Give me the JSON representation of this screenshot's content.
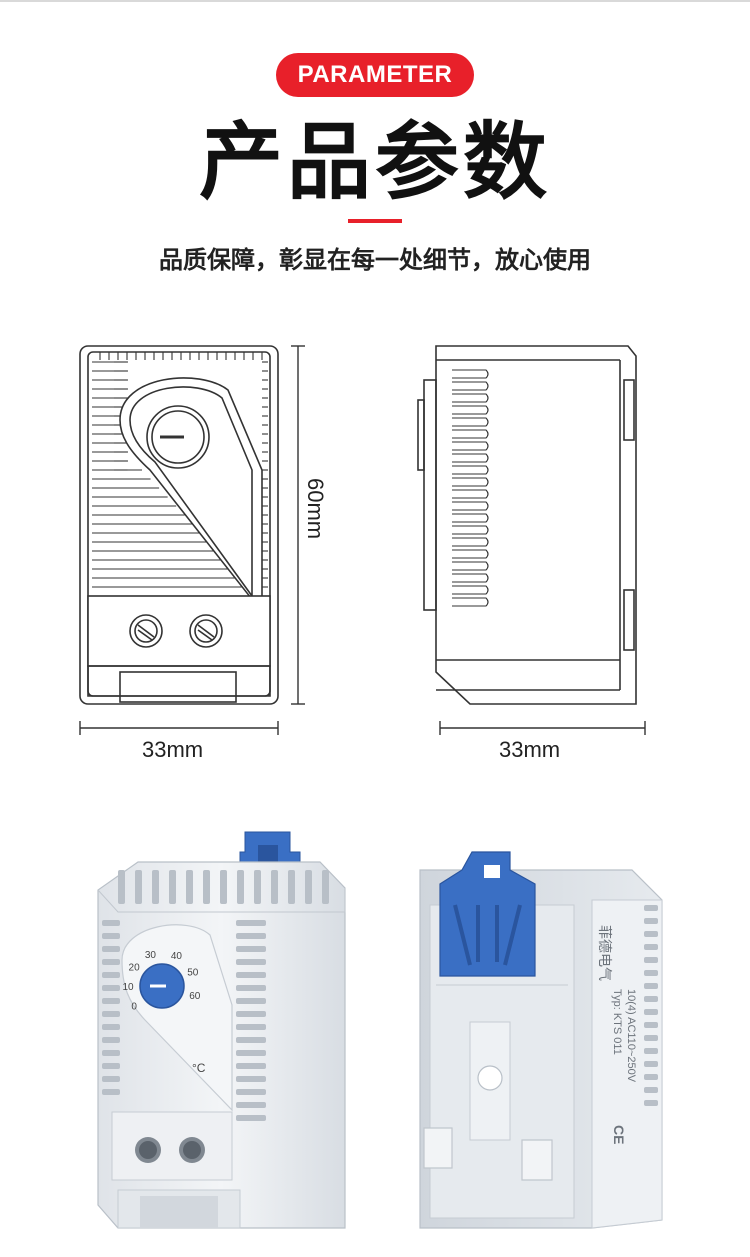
{
  "header": {
    "badge": "PARAMETER",
    "title": "产品参数",
    "subtitle": "品质保障，彰显在每一处细节，放心使用"
  },
  "dimensions": {
    "height_label": "60mm",
    "front_width_label": "33mm",
    "side_width_label": "33mm"
  },
  "dial": {
    "ticks": [
      "0",
      "10",
      "20",
      "30",
      "40",
      "50",
      "60"
    ],
    "unit": "°C"
  },
  "side_print": {
    "brand": "菲德电气",
    "model": "Typ: KTS 011",
    "rating": "10(4) AC110~250V",
    "cert": "CE"
  },
  "colors": {
    "accent": "#e8202a",
    "knob_blue": "#3a6fc4",
    "body_gray": "#e9ecef"
  }
}
